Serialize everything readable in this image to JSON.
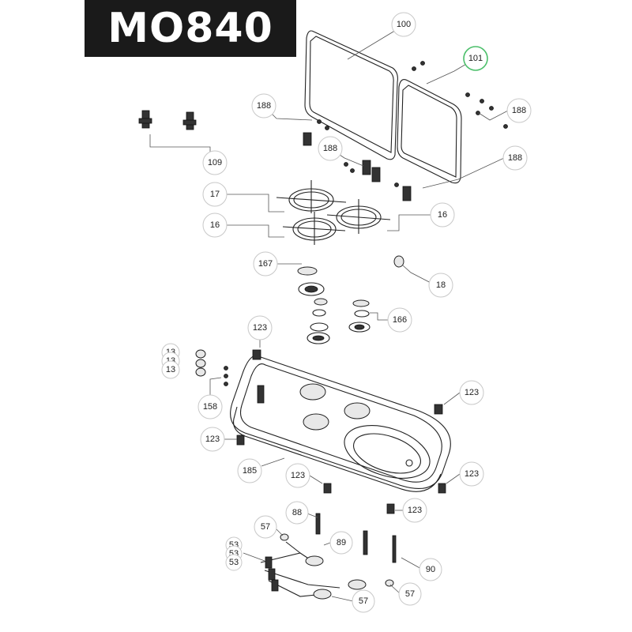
{
  "title": "MO840",
  "colors": {
    "title_bg": "#1a1a1a",
    "title_fg": "#ffffff",
    "highlight": "#4bbf6a",
    "callout_border": "#c8c8c8"
  },
  "callouts": [
    {
      "id": "c100",
      "label": "100"
    },
    {
      "id": "c101",
      "label": "101",
      "highlight": true
    },
    {
      "id": "c188a",
      "label": "188"
    },
    {
      "id": "c188b",
      "label": "188"
    },
    {
      "id": "c188c",
      "label": "188"
    },
    {
      "id": "c188d",
      "label": "188"
    },
    {
      "id": "c109",
      "label": "109"
    },
    {
      "id": "c17",
      "label": "17"
    },
    {
      "id": "c16a",
      "label": "16"
    },
    {
      "id": "c16b",
      "label": "16"
    },
    {
      "id": "c167",
      "label": "167"
    },
    {
      "id": "c18",
      "label": "18"
    },
    {
      "id": "c166",
      "label": "166"
    },
    {
      "id": "c123a",
      "label": "123"
    },
    {
      "id": "c13a",
      "label": "13"
    },
    {
      "id": "c13b",
      "label": "13"
    },
    {
      "id": "c13c",
      "label": "13"
    },
    {
      "id": "c158",
      "label": "158"
    },
    {
      "id": "c123b",
      "label": "123"
    },
    {
      "id": "c123c",
      "label": "123"
    },
    {
      "id": "c185",
      "label": "185"
    },
    {
      "id": "c123d",
      "label": "123"
    },
    {
      "id": "c123e",
      "label": "123"
    },
    {
      "id": "c123f",
      "label": "123"
    },
    {
      "id": "c88",
      "label": "88"
    },
    {
      "id": "c57a",
      "label": "57"
    },
    {
      "id": "c89",
      "label": "89"
    },
    {
      "id": "c53a",
      "label": "53"
    },
    {
      "id": "c53b",
      "label": "53"
    },
    {
      "id": "c53c",
      "label": "53"
    },
    {
      "id": "c90",
      "label": "90"
    },
    {
      "id": "c57b",
      "label": "57"
    },
    {
      "id": "c57c",
      "label": "57"
    }
  ]
}
